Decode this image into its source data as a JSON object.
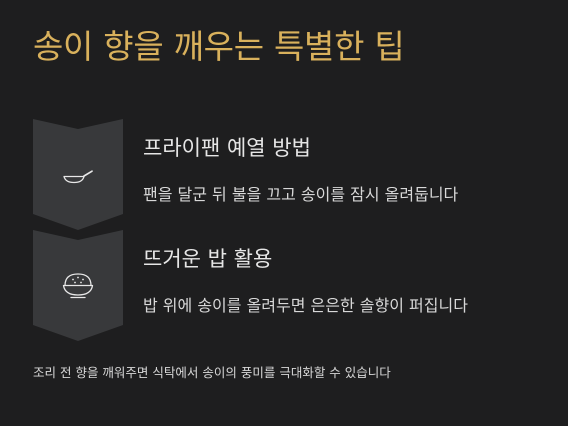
{
  "title": "송이 향을 깨우는 특별한 팁",
  "colors": {
    "accent": "#d9b15c",
    "heading": "#e6e6e6",
    "text": "#d8d8d8",
    "icon": "#e8e8e8",
    "badge": "#38393b",
    "background": "#1e1e1f"
  },
  "steps": [
    {
      "icon": "frying-pan-icon",
      "title": "프라이팬 예열 방법",
      "description": "팬을 달군 뒤 불을 끄고 송이를 잠시 올려둡니다"
    },
    {
      "icon": "rice-bowl-icon",
      "title": "뜨거운 밥 활용",
      "description": "밥 위에 송이를 올려두면 은은한 솔향이 퍼집니다"
    }
  ],
  "footnote": "조리 전 향을 깨워주면 식탁에서 송이의 풍미를 극대화할 수 있습니다"
}
